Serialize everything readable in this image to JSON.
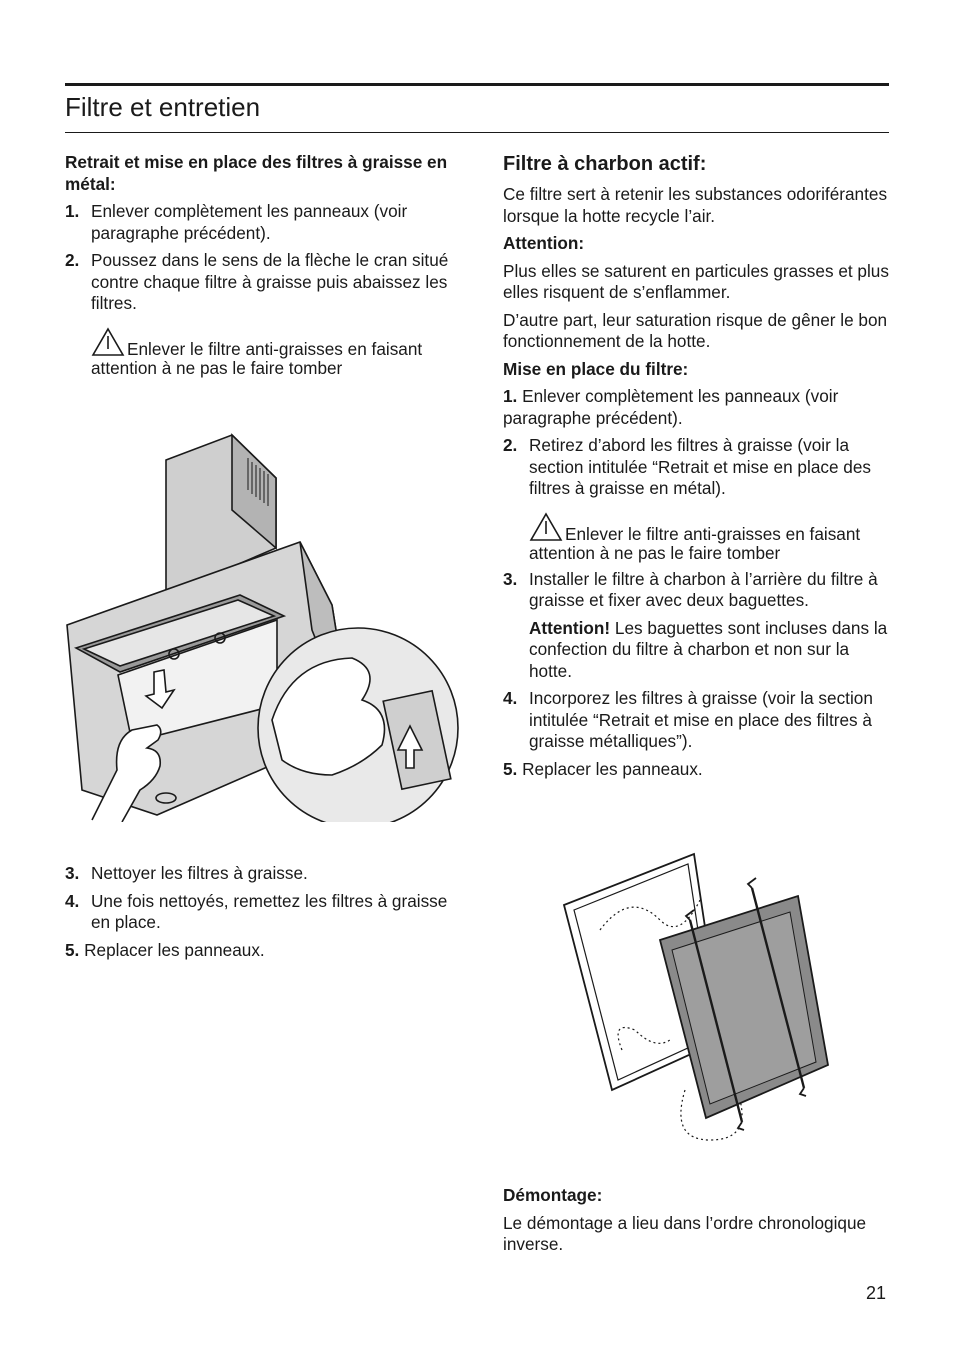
{
  "page": {
    "title": "Filtre et entretien",
    "number": "21"
  },
  "left": {
    "heading": "Retrait et mise en place des filtres à graisse en métal:",
    "steps_a": [
      {
        "num": "1.",
        "text": "Enlever complètement les panneaux (voir paragraphe précédent)."
      },
      {
        "num": "2.",
        "text": "Poussez dans le sens de la flèche le cran situé contre chaque filtre à graisse puis abaissez les filtres."
      }
    ],
    "warning": "Enlever le filtre anti-graisses en faisant attention à ne pas le faire tomber",
    "steps_b": [
      {
        "num": "3.",
        "text": "Nettoyer les filtres à graisse."
      },
      {
        "num": "4.",
        "text": "Une fois nettoyés, remettez les filtres à graisse en place."
      },
      {
        "num": "5.",
        "text": "Replacer les panneaux."
      }
    ]
  },
  "right": {
    "heading": "Filtre à charbon actif:",
    "intro": "Ce filtre sert à retenir les substances odoriférantes lorsque la hotte recycle l’air.",
    "attention_label": "Attention:",
    "attention_p1": "Plus elles se saturent en particules grasses et plus elles risquent de s’enflammer.",
    "attention_p2": "D’autre part, leur saturation risque de gêner le bon fonctionnement de la hotte.",
    "mise_label": "Mise en place du filtre:",
    "steps_a": [
      {
        "num": "1.",
        "text": "Enlever complètement les panneaux (voir paragraphe précédent)."
      },
      {
        "num": "2.",
        "text": "Retirez d’abord les filtres à graisse (voir la section intitulée “Retrait et mise en place des filtres à graisse en métal)."
      }
    ],
    "warning": "Enlever le filtre anti-graisses en faisant attention à ne pas le faire tomber",
    "step3": {
      "num": "3.",
      "text": "Installer le filtre à charbon à l’arrière du filtre à graisse et fixer avec deux baguettes."
    },
    "step3_note_label": "Attention!",
    "step3_note_text": "Les baguettes sont incluses dans la confection du filtre à charbon et non sur la hotte.",
    "steps_b": [
      {
        "num": "4.",
        "text": "Incorporez les filtres à graisse (voir la section intitulée “Retrait et mise en place des filtres à graisse métalliques”)."
      },
      {
        "num": "5.",
        "text": "Replacer les panneaux."
      }
    ],
    "demontage_label": "Démontage:",
    "demontage_text": "Le démontage a lieu dans l’ordre chronologique inverse."
  },
  "icons": {
    "warning": "warning-triangle-icon"
  }
}
